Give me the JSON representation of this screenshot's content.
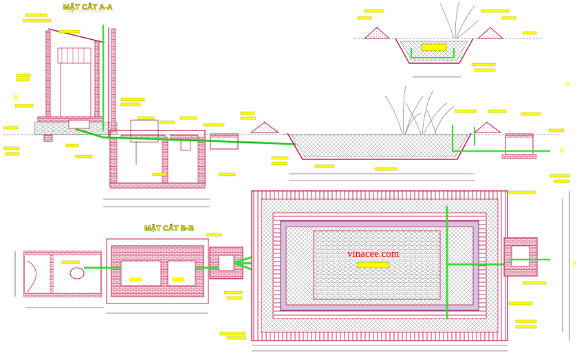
{
  "section_a_title": "MẶT CẮT A-A",
  "section_b_title": "MẶT CẮT B-B",
  "watermark": "vinacee.com",
  "section_marks": {
    "a_left": "A",
    "a_right": "A",
    "b_left": "B",
    "b_right": "B"
  },
  "colors": {
    "wall": "#c0174a",
    "pipe": "#33dd33",
    "pipe_dark": "#0a7a0a",
    "label": "#ffff00",
    "dimension": "#4a0a0a",
    "soil": "#7a7a7a",
    "gravel": "#6a6a6a",
    "plant": "#8a8a8a",
    "watermark": "#ff0000",
    "background": "#ffffff"
  },
  "icons": [
    "plant-icon",
    "gravel-hatch",
    "brick-hatch",
    "section-marker-icon"
  ]
}
